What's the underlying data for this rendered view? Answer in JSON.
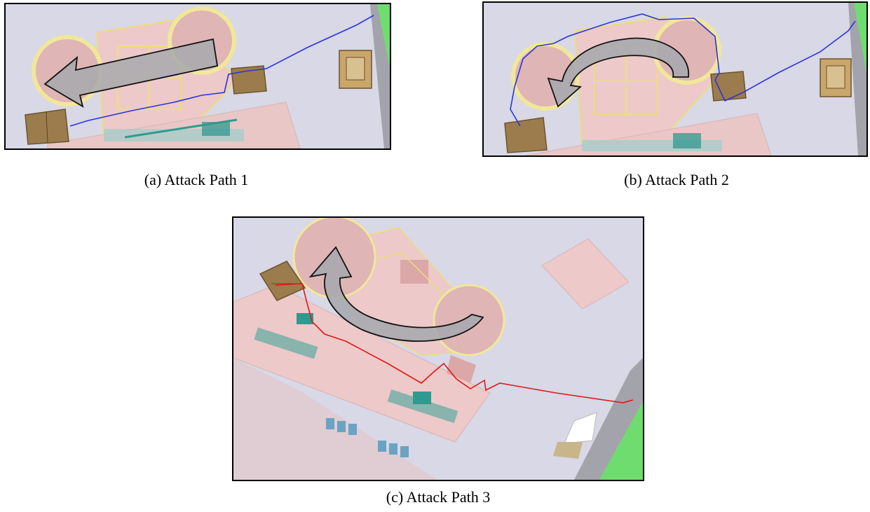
{
  "figure": {
    "panels": [
      {
        "id": "a",
        "caption": "(a) Attack Path 1",
        "path_color": "#2a35d8",
        "arrow_direction": "straight-left"
      },
      {
        "id": "b",
        "caption": "(b) Attack Path 2",
        "path_color": "#2a35d8",
        "arrow_direction": "counter-clockwise-curve"
      },
      {
        "id": "c",
        "caption": "(c) Attack Path 3",
        "path_color": "#e01818",
        "arrow_direction": "counter-clockwise-curve"
      }
    ]
  },
  "colors": {
    "ground": "#d8d8e6",
    "building_pink": "#edc9c9",
    "tank_fill": "#dfb5b5",
    "tank_rim": "#f1e79a",
    "outline_yellow": "#eadf7a",
    "wood_brown": "#9c7c4c",
    "teal_equipment": "#2f9a8f",
    "grass_green": "#6fdc6f",
    "road_gray": "#a3a3ab",
    "arrow_gray": "#a7a9ae"
  }
}
